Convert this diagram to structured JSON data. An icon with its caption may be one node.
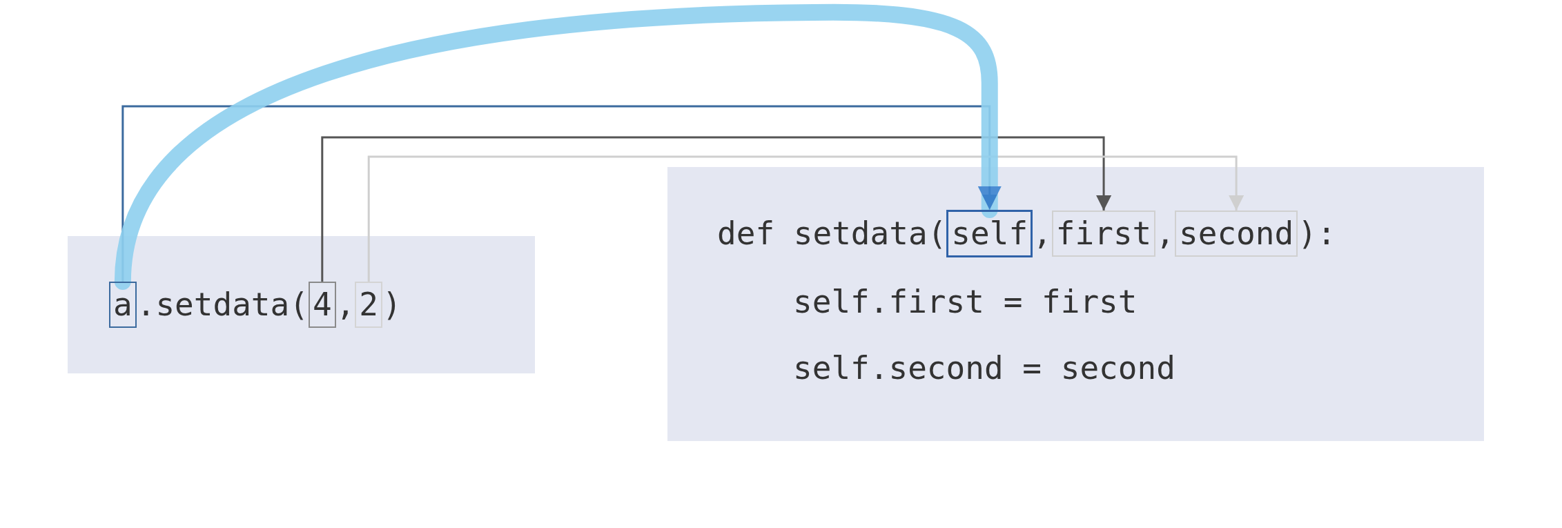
{
  "diagram": {
    "nodes": [
      {
        "text": [
          ".setdata(",
          ",",
          ")"
        ]
      },
      {
        "text": [
          "a"
        ],
        "in": 0
      },
      {
        "text": [
          "4"
        ],
        "in": 0
      },
      {
        "text": [
          "2"
        ],
        "in": 0
      },
      {
        "text": [
          "def setdata(",
          ",",
          ",",
          "):",
          "self.first = first",
          "self.second = second"
        ]
      },
      {
        "text": [
          "self"
        ],
        "in": 4
      },
      {
        "text": [
          "first"
        ],
        "in": 4
      },
      {
        "text": [
          "second"
        ],
        "in": 4
      }
    ],
    "edges": [
      {
        "from": 1,
        "to": 5,
        "arrow": "to",
        "color": "#3b6a9e"
      },
      {
        "from": 2,
        "to": 6,
        "arrow": "to",
        "color": "#555555"
      },
      {
        "from": 3,
        "to": 7,
        "arrow": "to",
        "color": "#cfcfcf"
      },
      {
        "from": 1,
        "to": 5,
        "arrow": "to",
        "style": "thick",
        "color": "#8fd0ef"
      }
    ]
  }
}
